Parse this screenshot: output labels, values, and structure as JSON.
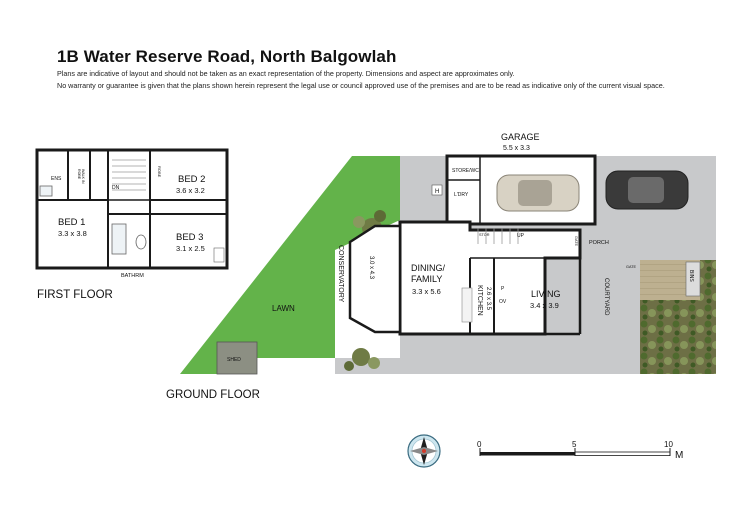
{
  "header": {
    "title": "1B Water Reserve Road, North Balgowlah",
    "disclaimer_line1": "Plans are indicative of layout and should not be taken as an exact representation of the property. Dimensions and aspect are approximates only.",
    "disclaimer_line2": "No warranty or guarantee is given that the plans shown herein represent the legal use or council approved use of the premises and are to be read as indicative only of the current visual space."
  },
  "first_floor": {
    "heading": "FIRST FLOOR",
    "rooms": {
      "bed1": {
        "name": "BED 1",
        "dims": "3.3 x 3.8"
      },
      "bed2": {
        "name": "BED 2",
        "dims": "3.6 x 3.2"
      },
      "bed3": {
        "name": "BED 3",
        "dims": "3.1 x 2.5"
      }
    },
    "small_labels": {
      "ens": "ENS",
      "wir1": "WALK IN",
      "wir2": "ROBE",
      "dn": "DN",
      "robe": "ROBE",
      "bathrm": "BATHRM"
    }
  },
  "ground_floor": {
    "heading": "GROUND FLOOR",
    "garage": {
      "name": "GARAGE",
      "dims": "5.5 x 3.3"
    },
    "conservatory": {
      "name": "CONSERVATORY",
      "dims": "3.0 x 4.3"
    },
    "dining": {
      "name1": "DINING/",
      "name2": "FAMILY",
      "dims": "3.3 x 5.6"
    },
    "kitchen": {
      "name": "KITCHEN",
      "dims": "2.6 x 3.5"
    },
    "living": {
      "name": "LIVING",
      "dims": "3.4 x 3.9"
    },
    "small_labels": {
      "store": "STORE/WC",
      "h": "H",
      "ldry": "L'DRY",
      "storage": "STOR",
      "up": "UP",
      "gate1": "GATE",
      "porch": "PORCH",
      "gate2": "GATE",
      "p": "P",
      "ov": "OV",
      "courtyard": "COURTYARD",
      "bins": "BINS",
      "lawn": "LAWN",
      "shed": "SHED"
    }
  },
  "scale": {
    "ticks": [
      "0",
      "5",
      "10"
    ],
    "unit": "M"
  },
  "colors": {
    "lawn": "#63b34a",
    "paving": "#c8c9cb",
    "wall": "#1a1a1a",
    "floor": "#ffffff",
    "garden": "#6d6f45",
    "deck": "#b9ac8e"
  }
}
